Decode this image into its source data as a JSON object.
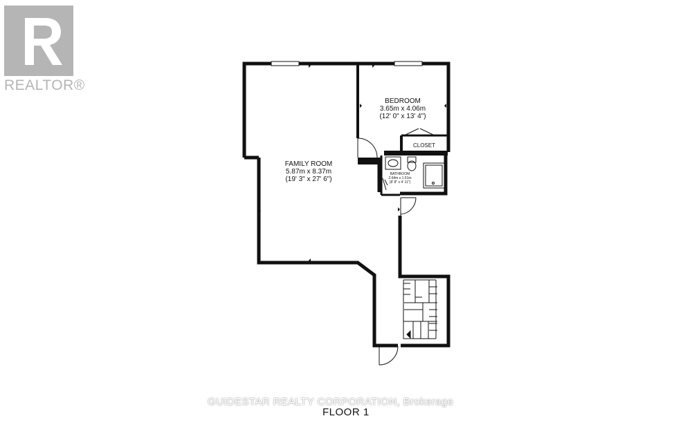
{
  "branding": {
    "logo_text": "REALTOR®",
    "logo_color": "#b5b5b5"
  },
  "rooms": {
    "family_room": {
      "name": "FAMILY ROOM",
      "metric": "5.87m x 8.37m",
      "imperial": "(19' 3\" x 27' 6\")"
    },
    "bedroom": {
      "name": "BEDROOM",
      "metric": "3.65m x 4.06m",
      "imperial": "(12' 0\" x 13' 4\")"
    },
    "bathroom": {
      "name": "BATHROOM",
      "metric": "2.64m x 1.51m",
      "imperial": "(8' 8\" x 4' 11\")"
    },
    "closet": {
      "name": "CLOSET"
    }
  },
  "watermark": "GUIDESTAR REALTY CORPORATION, Brokerage",
  "floor_label": "FLOOR 1",
  "colors": {
    "wall": "#111111",
    "background": "#ffffff"
  }
}
